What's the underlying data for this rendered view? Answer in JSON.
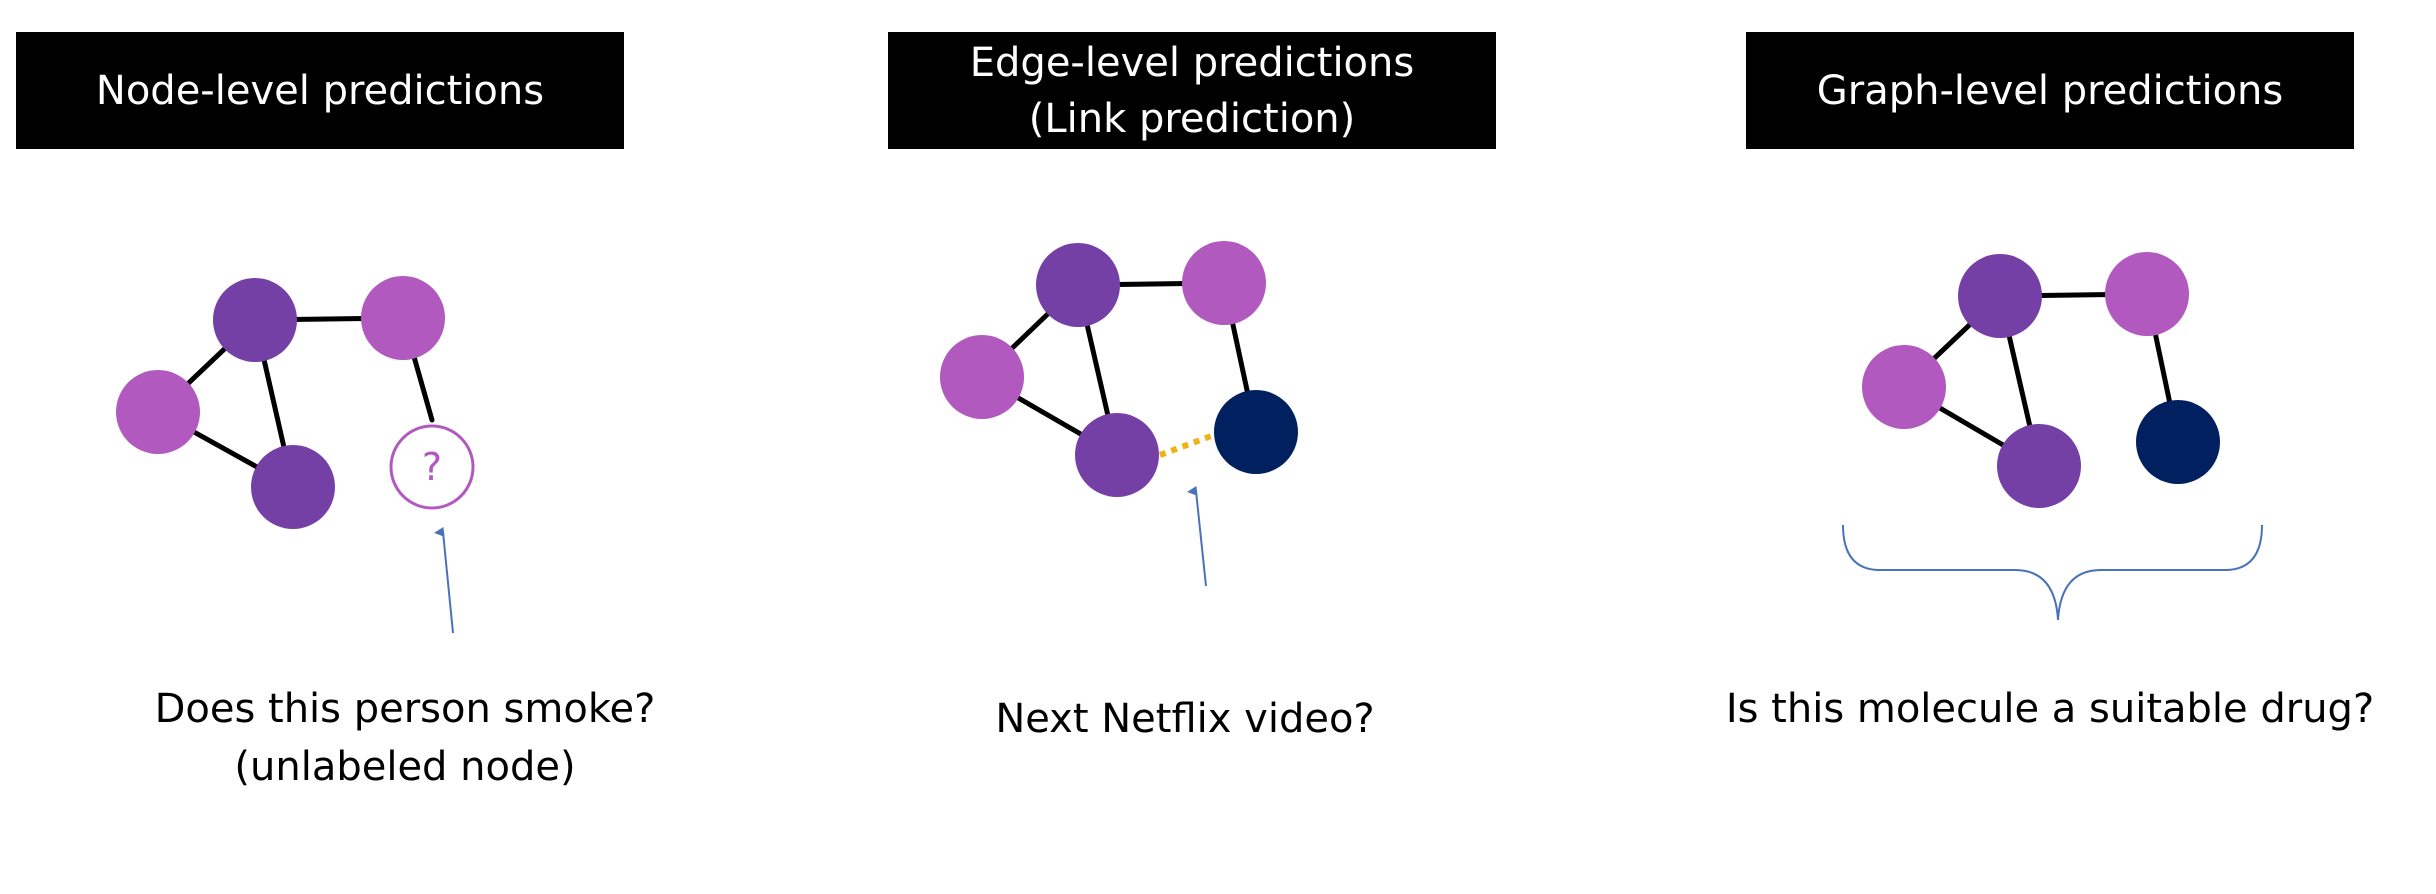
{
  "colors": {
    "node_dark_purple": "#7440a6",
    "node_light_purple": "#b159bf",
    "node_navy": "#002060",
    "unlabeled_outline": "#b159bf",
    "predicted_link": "#f0b21a",
    "arrow": "#4a72bb",
    "brace": "#4a72bb"
  },
  "node_panel": {
    "header_lines": [
      "Node-level predictions"
    ],
    "unlabeled_symbol": "?",
    "caption_lines": [
      "Does this person smoke?",
      "(unlabeled node)"
    ]
  },
  "edge_panel": {
    "header_lines": [
      "Edge-level predictions",
      "(Link prediction)"
    ],
    "caption_lines": [
      "Next Netflix video?"
    ]
  },
  "graph_panel": {
    "header_lines": [
      "Graph-level predictions"
    ],
    "caption_lines": [
      "Is this molecule a suitable drug?"
    ]
  }
}
